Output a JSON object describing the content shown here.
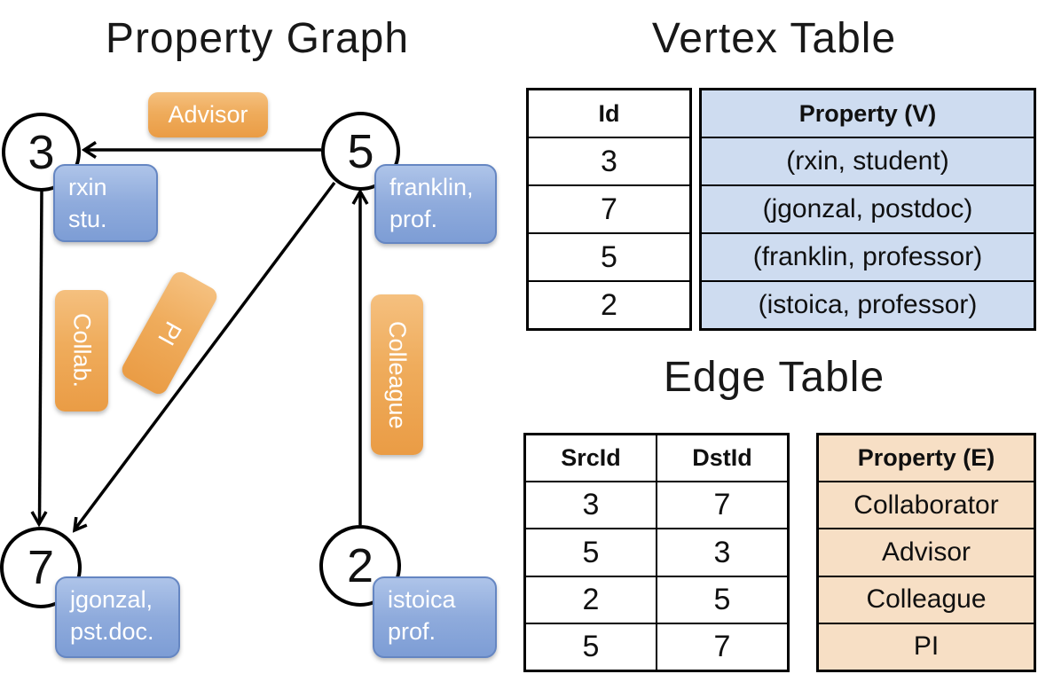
{
  "graph": {
    "title": "Property Graph",
    "vertices": [
      {
        "id": "3",
        "line1": "rxin",
        "line2": "stu."
      },
      {
        "id": "5",
        "line1": "franklin,",
        "line2": "prof."
      },
      {
        "id": "7",
        "line1": "jgonzal,",
        "line2": "pst.doc."
      },
      {
        "id": "2",
        "line1": "istoica",
        "line2": "prof."
      }
    ],
    "edge_labels": [
      "Advisor",
      "Collab.",
      "PI",
      "Colleague"
    ]
  },
  "vertex_table": {
    "title": "Vertex Table",
    "headers": {
      "id": "Id",
      "property": "Property (V)"
    },
    "rows": [
      {
        "id": "3",
        "property": "(rxin, student)"
      },
      {
        "id": "7",
        "property": "(jgonzal, postdoc)"
      },
      {
        "id": "5",
        "property": "(franklin, professor)"
      },
      {
        "id": "2",
        "property": "(istoica, professor)"
      }
    ]
  },
  "edge_table": {
    "title": "Edge Table",
    "headers": {
      "src": "SrcId",
      "dst": "DstId",
      "property": "Property (E)"
    },
    "rows": [
      {
        "src": "3",
        "dst": "7",
        "property": "Collaborator"
      },
      {
        "src": "5",
        "dst": "3",
        "property": "Advisor"
      },
      {
        "src": "2",
        "dst": "5",
        "property": "Colleague"
      },
      {
        "src": "5",
        "dst": "7",
        "property": "PI"
      }
    ]
  },
  "colors": {
    "edge_label_orange_top": "#F5C07F",
    "edge_label_orange_bottom": "#EA9C45",
    "vertex_box_blue_top": "#AEC4E9",
    "vertex_box_blue_bottom": "#7D9DD5",
    "vertex_table_cell_blue": "#CEDCF0",
    "edge_table_cell_tan": "#F7DFC5",
    "line_black": "#000000",
    "text_white": "#FFFFFF"
  }
}
